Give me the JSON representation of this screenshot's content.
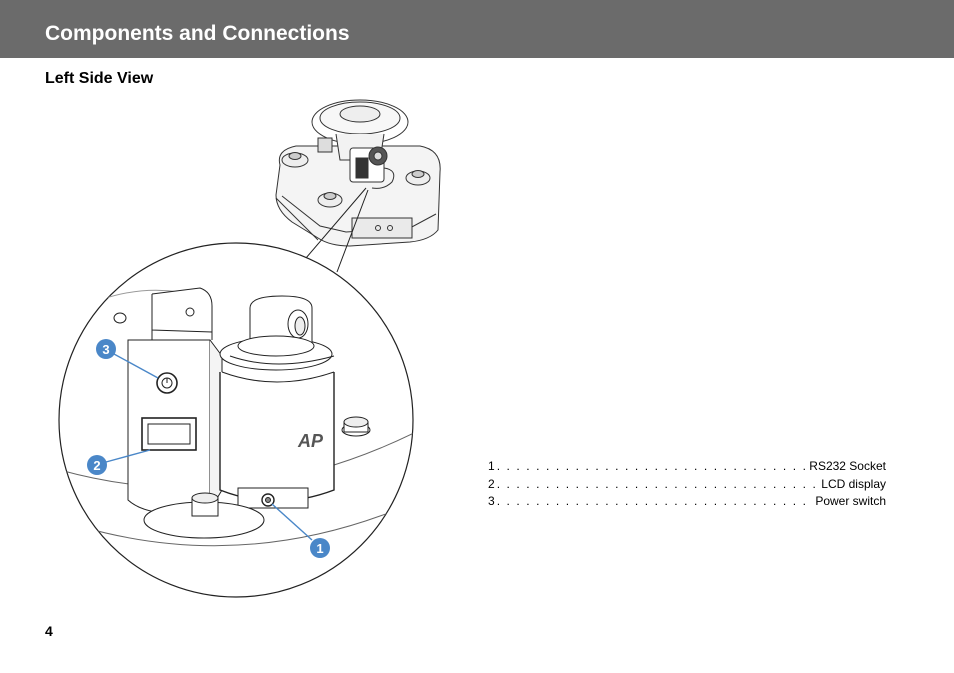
{
  "header": {
    "title": "Components and Connections"
  },
  "section": {
    "title": "Left Side View"
  },
  "callouts": [
    {
      "number": "1"
    },
    {
      "number": "2"
    },
    {
      "number": "3"
    }
  ],
  "legend": {
    "items": [
      {
        "number": "1",
        "label": "RS232 Socket"
      },
      {
        "number": "2",
        "label": "LCD display"
      },
      {
        "number": "3",
        "label": "Power switch"
      }
    ]
  },
  "figure": {
    "brand_mark": "AP"
  },
  "colors": {
    "header_bg": "#6b6b6b",
    "callout_fill": "#4a87c8",
    "callout_text": "#ffffff"
  },
  "footer": {
    "page_number": "4"
  }
}
